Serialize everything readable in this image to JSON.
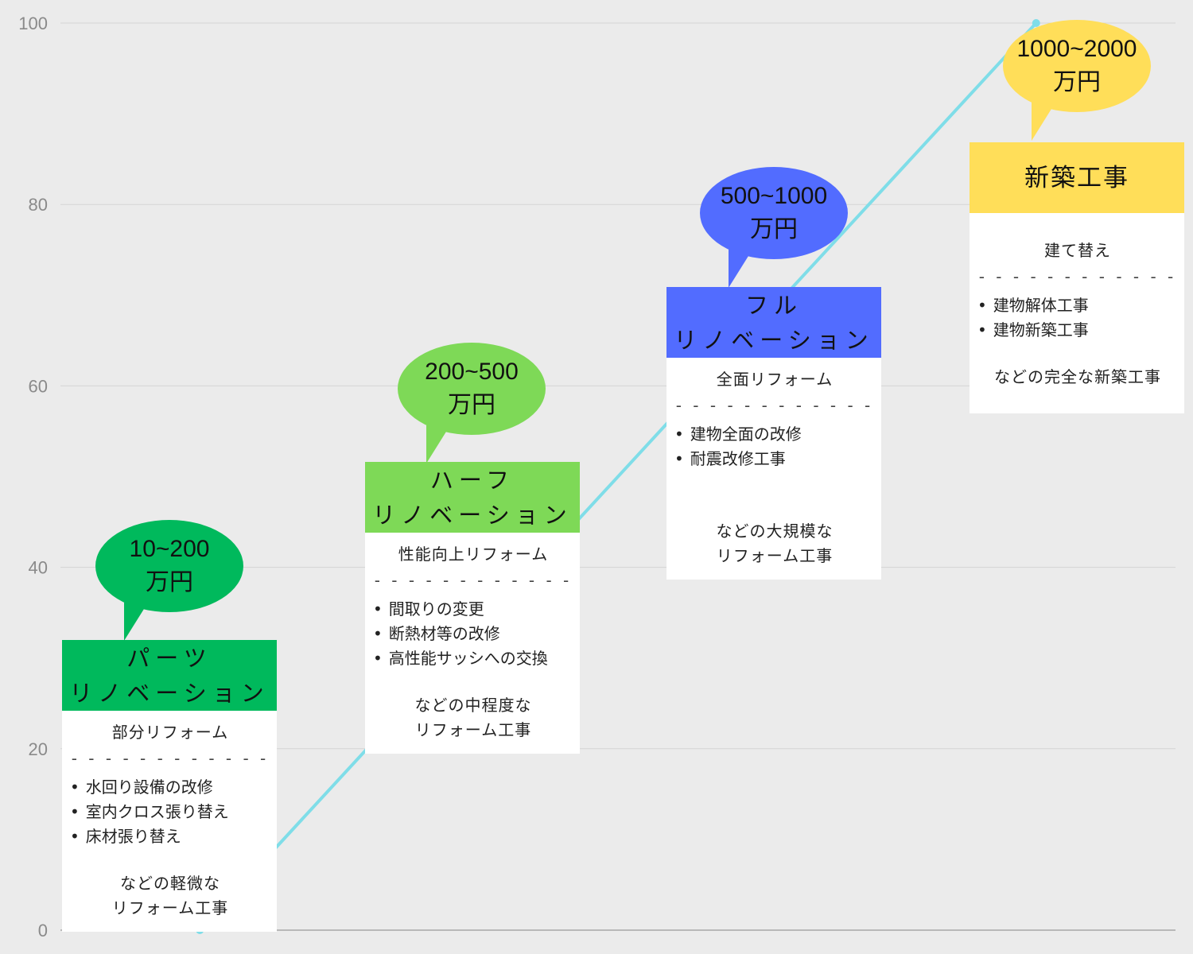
{
  "chart_data": {
    "type": "line",
    "ylim": [
      0,
      100
    ],
    "yticks": [
      0,
      20,
      40,
      60,
      80,
      100
    ],
    "xlim": [
      0,
      4
    ],
    "grid": true,
    "series": [
      {
        "x": [
          0.5,
          3.5
        ],
        "values": [
          0,
          100
        ],
        "color": "#7fdde8"
      }
    ],
    "annotations": [
      {
        "price_line1": "10~200",
        "price_line2": "万円",
        "title_lines": [
          "パーツ",
          "リノベーション"
        ],
        "subtitle": "部分リフォーム",
        "separator": "- - - - - - - - - - - -",
        "items": [
          "水回り設備の改修",
          "室内クロス張り替え",
          "床材張り替え"
        ],
        "note_lines": [
          "などの軽微な",
          "リフォーム工事"
        ],
        "color": "#00b95c"
      },
      {
        "price_line1": "200~500",
        "price_line2": "万円",
        "title_lines": [
          "ハーフ",
          "リノベーション"
        ],
        "subtitle": "性能向上リフォーム",
        "separator": "- - - - - - - - - - - -",
        "items": [
          "間取りの変更",
          "断熱材等の改修",
          "高性能サッシへの交換"
        ],
        "note_lines": [
          "などの中程度な",
          "リフォーム工事"
        ],
        "color": "#7ed957"
      },
      {
        "price_line1": "500~1000",
        "price_line2": "万円",
        "title_lines": [
          "フル",
          "リノベーション"
        ],
        "subtitle": "全面リフォーム",
        "separator": "- - - - - - - - - - - -",
        "items": [
          "建物全面の改修",
          "耐震改修工事"
        ],
        "note_lines": [
          "などの大規模な",
          "リフォーム工事"
        ],
        "color": "#526cff"
      },
      {
        "price_line1": "1000~2000",
        "price_line2": "万円",
        "title_lines": [
          "新築工事"
        ],
        "subtitle": "建て替え",
        "separator": "- - - - - - - - - - - -",
        "items": [
          "建物解体工事",
          "建物新築工事"
        ],
        "note_lines": [
          "などの完全な新築工事"
        ],
        "color": "#ffde59"
      }
    ]
  }
}
